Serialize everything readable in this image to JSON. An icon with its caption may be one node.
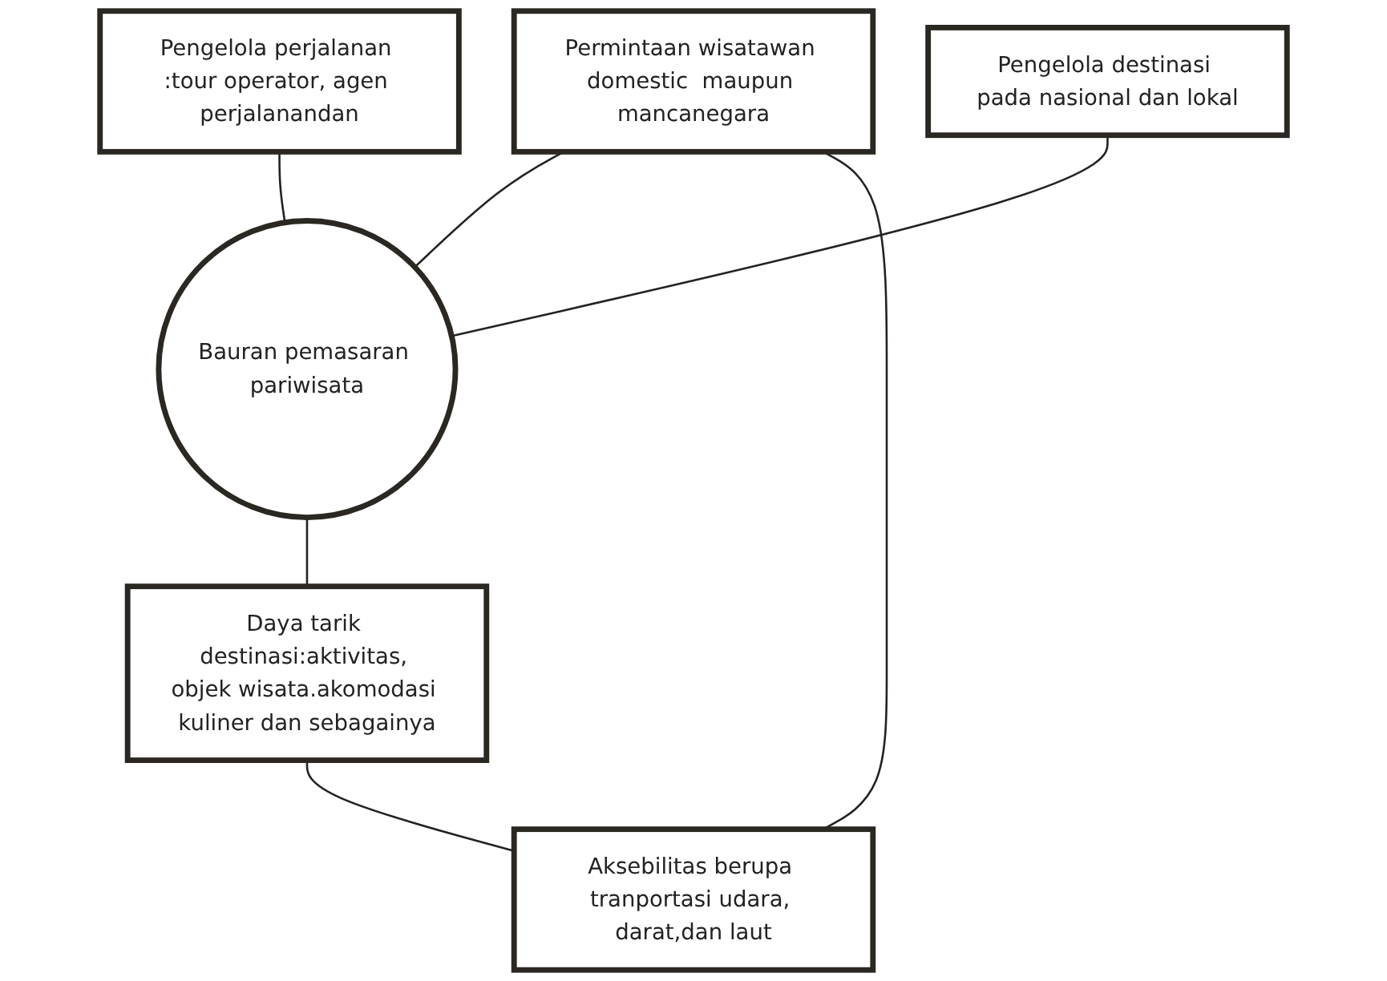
{
  "diagram": {
    "nodes": [
      {
        "text": [
          "Pengelola perjalanan :tour operator, agen perjalanandan"
        ]
      },
      {
        "text": [
          "Pengelola destinasi pada nasional dan lokal"
        ]
      },
      {
        "text": [
          "Permintaan wisatawan domestic  maupun mancanegara"
        ]
      },
      {
        "text": [
          "Bauran pemasaran pariwisata"
        ]
      },
      {
        "text": [
          "Daya tarik destinasi:aktivitas, objek wisata.akomodasi kuliner dan sebagainya"
        ]
      },
      {
        "text": [
          "Aksebilitas berupa tranportasi udara, darat,dan laut"
        ]
      }
    ],
    "edges": [
      {
        "from": 0,
        "to": 3,
        "arrow": "none"
      },
      {
        "from": 1,
        "to": 3,
        "arrow": "none"
      },
      {
        "from": 2,
        "to": 3,
        "arrow": "none"
      },
      {
        "from": 3,
        "to": 4,
        "arrow": "none"
      },
      {
        "from": 2,
        "to": 5,
        "arrow": "none"
      },
      {
        "from": 4,
        "to": 5,
        "arrow": "none"
      }
    ]
  }
}
